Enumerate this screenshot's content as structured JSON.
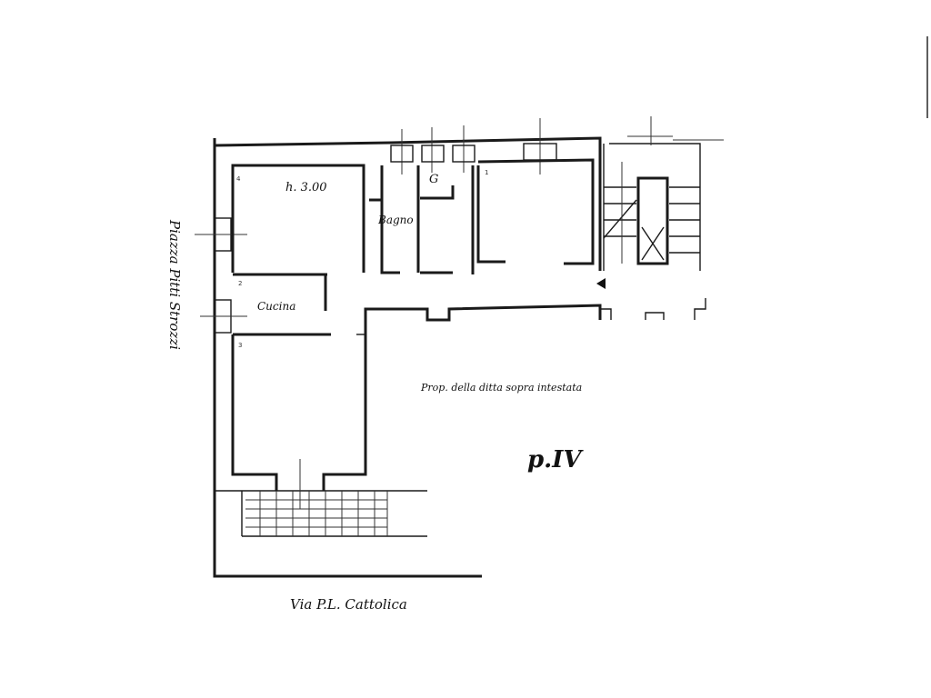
{
  "plan": {
    "rooms": {
      "room_height": "h. 3.00",
      "bathroom": "Bagno",
      "wc": "G",
      "kitchen": "Cucina"
    },
    "property_note": "Prop. della ditta sopra intestata",
    "floor_label": "p.IV",
    "streets": {
      "bottom": "Via P.L. Cattolica",
      "left": "Piazza Pitti Strozzi"
    },
    "room_numbers": [
      "4",
      "2",
      "3",
      "1"
    ]
  }
}
